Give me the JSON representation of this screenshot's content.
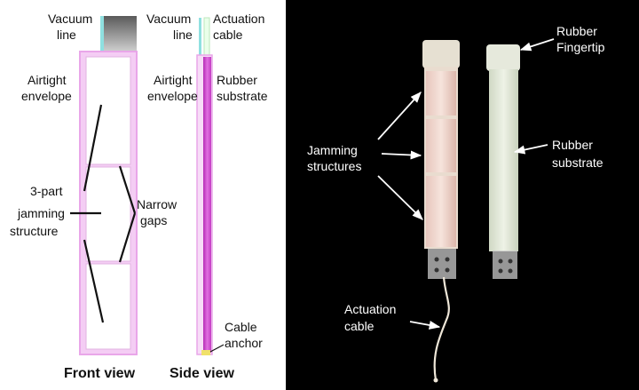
{
  "left_panel": {
    "front_view": {
      "vacuum_line": [
        "Vacuum",
        "line"
      ],
      "airtight_envelope": [
        "Airtight",
        "envelope"
      ],
      "jamming_structure": [
        "3-part",
        "jamming",
        "structure"
      ],
      "narrow_gaps": [
        "Narrow",
        "gaps"
      ],
      "caption": "Front view"
    },
    "side_view": {
      "vacuum_line": [
        "Vacuum",
        "line"
      ],
      "actuation_cable": [
        "Actuation",
        "cable"
      ],
      "airtight_envelope": [
        "Airtight",
        "envelope"
      ],
      "rubber_substrate": [
        "Rubber",
        "substrate"
      ],
      "cable_anchor": [
        "Cable",
        "anchor"
      ],
      "caption": "Side view"
    }
  },
  "photo_panel": {
    "rubber_fingertip": [
      "Rubber",
      "Fingertip"
    ],
    "jamming_structures": [
      "Jamming",
      "structures"
    ],
    "rubber_substrate": [
      "Rubber",
      "substrate"
    ],
    "actuation_cable": [
      "Actuation",
      "cable"
    ]
  },
  "colors": {
    "envelope": "#e9a6e9",
    "substrate": "#d64ad6",
    "vacuum_line": "#8fe0e0",
    "photo_bg": "#000000",
    "jamming_material": "#f2d9cf",
    "rubber": "#e3ead8"
  }
}
